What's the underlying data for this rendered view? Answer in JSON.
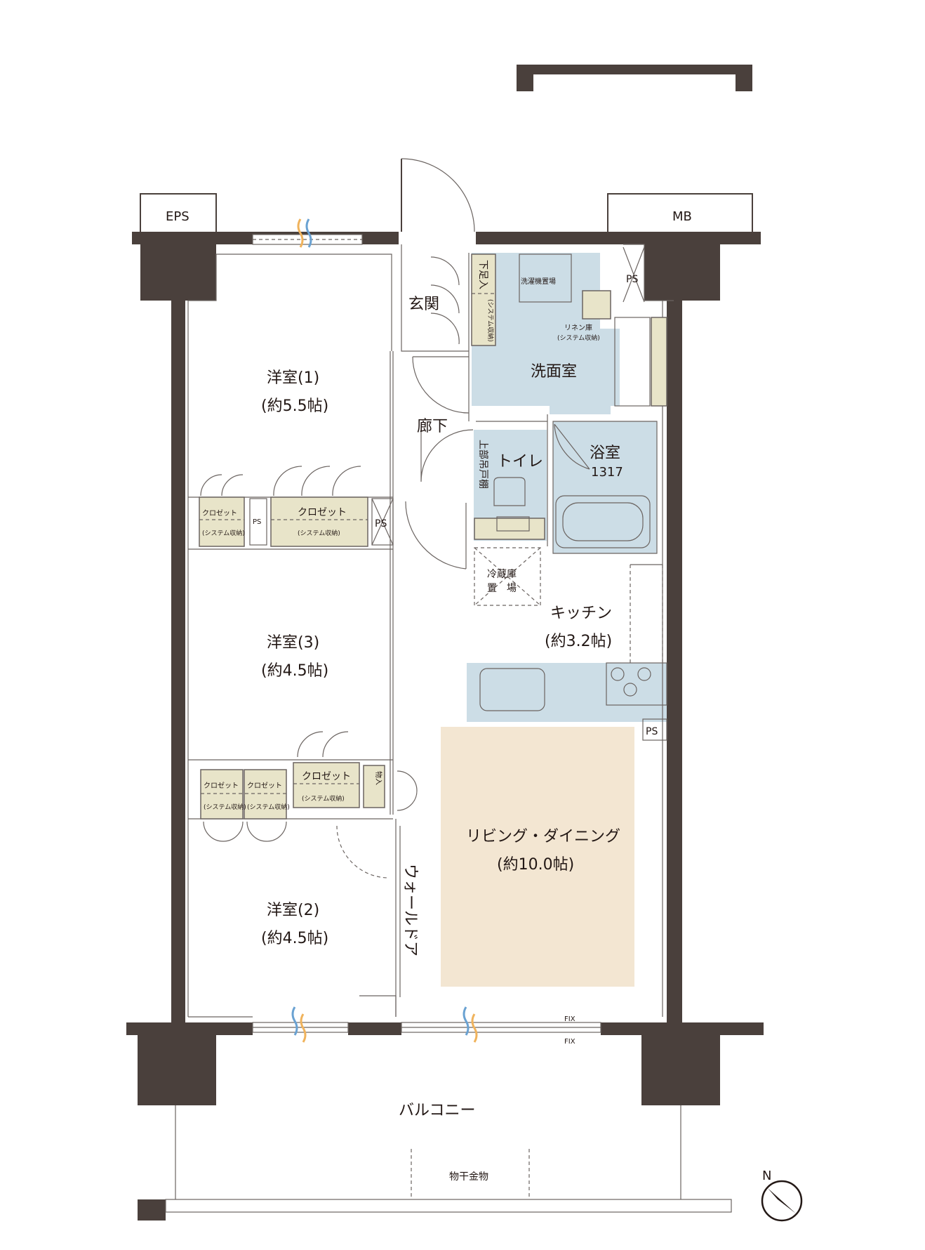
{
  "rooms": {
    "western1": {
      "name": "洋室(1)",
      "size": "(約5.5帖)"
    },
    "western3": {
      "name": "洋室(3)",
      "size": "(約4.5帖)"
    },
    "western2": {
      "name": "洋室(2)",
      "size": "(約4.5帖)"
    },
    "entrance": "玄関",
    "hallway": "廊下",
    "washroom": "洗面室",
    "toilet": "トイレ",
    "bath": {
      "name": "浴室",
      "size": "1317"
    },
    "kitchen": {
      "name": "キッチン",
      "size": "(約3.2帖)"
    },
    "ldk": {
      "name": "リビング・ダイニング",
      "size": "(約10.0帖)"
    },
    "balcony": "バルコニー",
    "wall_door": "ウォールドア"
  },
  "labels": {
    "eps": "EPS",
    "mb": "MB",
    "ps": "PS",
    "ps_vertical": "PS",
    "fix": "FIX",
    "shoe_storage": "下足入",
    "system_storage": "(システム収納)",
    "washer_space": "洗濯機置場",
    "linen_storage": "リネン庫",
    "upper_shelf": "上部吊戸棚",
    "fridge_line1": "冷蔵庫",
    "fridge_line2": "置　場",
    "closet": "クロゼット",
    "storage": "物入",
    "laundry_hanger": "物干金物",
    "compass_n": "N"
  },
  "colors": {
    "wall": "#4a403c",
    "wet_area": "#ccdde6",
    "living_area": "#f3e6d2",
    "storage": "#e8e4c9"
  }
}
